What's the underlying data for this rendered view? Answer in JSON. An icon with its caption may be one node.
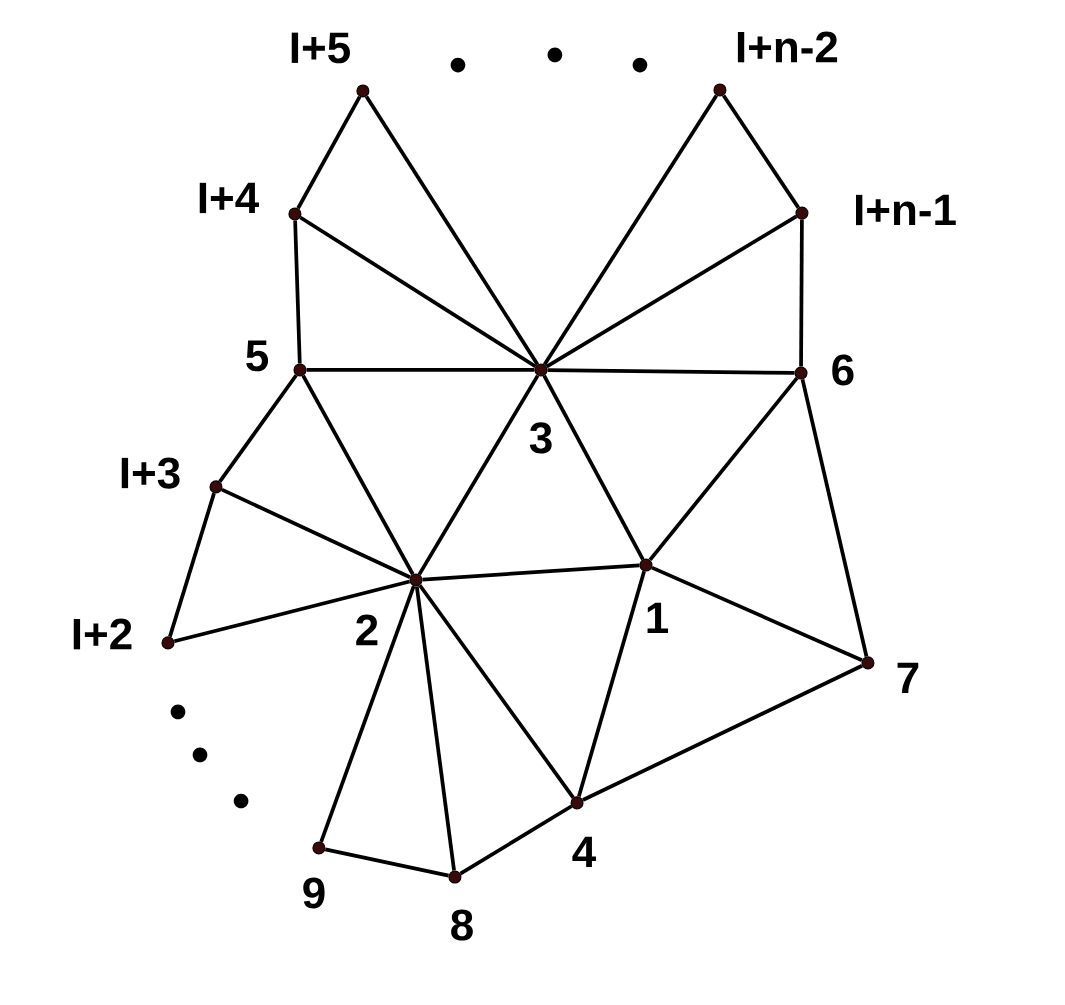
{
  "diagram": {
    "nodes": [
      {
        "text": [],
        "shape": "circle",
        "beside": [
          "I+5"
        ]
      },
      {
        "text": [],
        "shape": "circle",
        "beside": [
          "I+n-2"
        ]
      },
      {
        "text": [],
        "shape": "circle",
        "beside": [
          "I+4"
        ]
      },
      {
        "text": [],
        "shape": "circle",
        "beside": [
          "I+n-1"
        ]
      },
      {
        "text": [],
        "shape": "circle",
        "beside": [
          "5"
        ]
      },
      {
        "text": [],
        "shape": "circle",
        "beside": [
          "3"
        ]
      },
      {
        "text": [],
        "shape": "circle",
        "beside": [
          "6"
        ]
      },
      {
        "text": [],
        "shape": "circle",
        "beside": [
          "I+3"
        ]
      },
      {
        "text": [],
        "shape": "circle",
        "beside": [
          "1"
        ]
      },
      {
        "text": [],
        "shape": "circle",
        "beside": [
          "2"
        ]
      },
      {
        "text": [],
        "shape": "circle",
        "beside": [
          "I+2"
        ]
      },
      {
        "text": [],
        "shape": "circle",
        "beside": [
          "7"
        ]
      },
      {
        "text": [],
        "shape": "circle",
        "beside": [
          "4"
        ]
      },
      {
        "text": [],
        "shape": "circle",
        "beside": [
          "9"
        ]
      },
      {
        "text": [],
        "shape": "circle",
        "beside": [
          "8"
        ]
      }
    ],
    "edges": [
      {
        "from": 0,
        "to": 2,
        "arrow": "none"
      },
      {
        "from": 0,
        "to": 5,
        "arrow": "none"
      },
      {
        "from": 2,
        "to": 5,
        "arrow": "none"
      },
      {
        "from": 2,
        "to": 4,
        "arrow": "none"
      },
      {
        "from": 1,
        "to": 5,
        "arrow": "none"
      },
      {
        "from": 1,
        "to": 3,
        "arrow": "none"
      },
      {
        "from": 3,
        "to": 5,
        "arrow": "none"
      },
      {
        "from": 3,
        "to": 6,
        "arrow": "none"
      },
      {
        "from": 4,
        "to": 5,
        "arrow": "none"
      },
      {
        "from": 5,
        "to": 6,
        "arrow": "none"
      },
      {
        "from": 4,
        "to": 7,
        "arrow": "none"
      },
      {
        "from": 4,
        "to": 9,
        "arrow": "none"
      },
      {
        "from": 5,
        "to": 9,
        "arrow": "none"
      },
      {
        "from": 5,
        "to": 8,
        "arrow": "none"
      },
      {
        "from": 6,
        "to": 8,
        "arrow": "none"
      },
      {
        "from": 6,
        "to": 11,
        "arrow": "none"
      },
      {
        "from": 7,
        "to": 9,
        "arrow": "none"
      },
      {
        "from": 7,
        "to": 10,
        "arrow": "none"
      },
      {
        "from": 10,
        "to": 9,
        "arrow": "none"
      },
      {
        "from": 9,
        "to": 8,
        "arrow": "none"
      },
      {
        "from": 8,
        "to": 11,
        "arrow": "none"
      },
      {
        "from": 8,
        "to": 12,
        "arrow": "none"
      },
      {
        "from": 9,
        "to": 12,
        "arrow": "none"
      },
      {
        "from": 9,
        "to": 14,
        "arrow": "none"
      },
      {
        "from": 9,
        "to": 13,
        "arrow": "none"
      },
      {
        "from": 13,
        "to": 14,
        "arrow": "none"
      },
      {
        "from": 14,
        "to": 12,
        "arrow": "none"
      },
      {
        "from": 12,
        "to": 11,
        "arrow": "none"
      }
    ]
  }
}
